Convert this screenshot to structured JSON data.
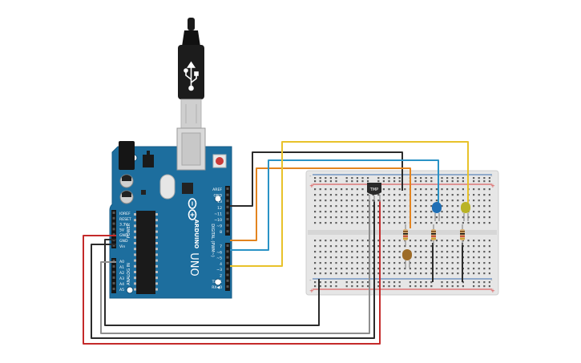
{
  "colors": {
    "board": "#1d6e9e",
    "board_edge": "#135a85",
    "breadboard": "#e6e6e6",
    "rail_red": "#d84040",
    "rail_blue": "#3a6fb0",
    "wire_black": "#2b2b2b",
    "wire_red": "#c42a2a",
    "wire_orange": "#e3841f",
    "wire_yellow": "#e8c22a",
    "wire_blue": "#2a93c6",
    "wire_gray": "#8f8f8f",
    "led_blue": "#1f6fb5",
    "led_yellow": "#b9b326",
    "led_brown": "#9d6b27"
  },
  "arduino": {
    "brand": "ARDUINO",
    "model": "UNO",
    "power_header_title": "POWER",
    "analog_header_title": "ANALOG IN",
    "digital_header_title": "DIGITAL (PWM~)",
    "power_pins": [
      "IOREF",
      "RESET",
      "3.3V",
      "5V",
      "GND",
      "GND",
      "Vin"
    ],
    "analog_pins": [
      "A0",
      "A1",
      "A2",
      "A3",
      "A4",
      "A5"
    ],
    "digital_top_pins": [
      "AREF",
      "GND",
      "13",
      "12",
      "~11",
      "~10",
      "~9",
      "8"
    ],
    "digital_bottom_pins": [
      "7",
      "~6",
      "~5",
      "4",
      "~3",
      "2",
      "TX▶1",
      "RX◀0"
    ]
  },
  "breadboard": {
    "plus": "+",
    "minus": "-",
    "sensor_label": "TMP"
  }
}
